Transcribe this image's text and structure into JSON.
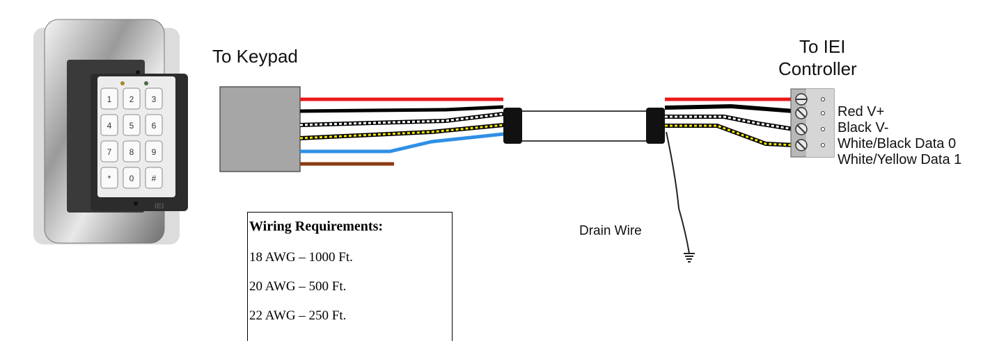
{
  "keypad": {
    "label": "To Keypad",
    "keys": [
      "1",
      "2",
      "3",
      "4",
      "5",
      "6",
      "7",
      "8",
      "9",
      "*",
      "0",
      "#"
    ],
    "logo": "IEI"
  },
  "controller": {
    "label_line1": "To IEI",
    "label_line2": "Controller",
    "terminals": [
      {
        "label": "Red V+",
        "color": "#e8191c"
      },
      {
        "label": "Black V-",
        "color": "#000000"
      },
      {
        "label": "White/Black Data 0",
        "color": "#ffffff"
      },
      {
        "label": "White/Yellow Data 1",
        "color": "#ffffff"
      }
    ]
  },
  "drain": {
    "label": "Drain Wire"
  },
  "wiring_requirements": {
    "title": "Wiring Requirements:",
    "rows": [
      "18 AWG – 1000 Ft.",
      "20 AWG – 500 Ft.",
      "22 AWG – 250 Ft."
    ]
  },
  "colors": {
    "red": "#e8191c",
    "black": "#000000",
    "blue": "#2f8fe6",
    "brown": "#8b3b12",
    "yellow": "#f2e600",
    "connector_gray": "#a6a6a6"
  }
}
